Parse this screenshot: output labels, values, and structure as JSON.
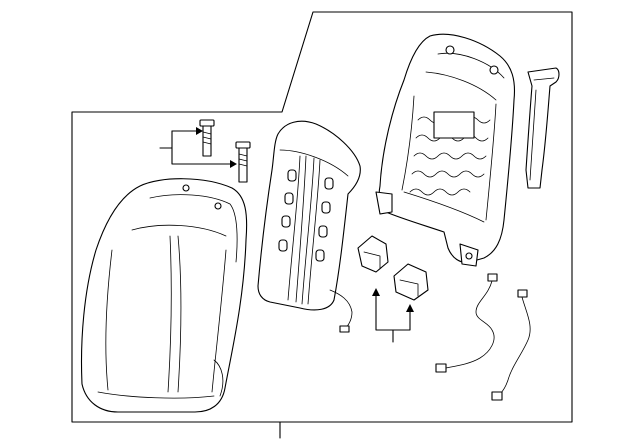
{
  "figure": {
    "kind": "exploded-parts-diagram",
    "line_color": "#000000",
    "background_color": "#ffffff"
  },
  "parts": [
    {
      "id": "seatback-cover",
      "icon": "seatback-cover-icon"
    },
    {
      "id": "seatback-pad",
      "icon": "seatback-pad-icon"
    },
    {
      "id": "seatback-frame",
      "icon": "seatback-frame-icon"
    },
    {
      "id": "trim-cover-side",
      "icon": "side-trim-icon"
    },
    {
      "id": "mounting-bolts",
      "icon": "bolt-icon"
    },
    {
      "id": "lumbar-brackets",
      "icon": "bracket-icon"
    },
    {
      "id": "wire-harness",
      "icon": "wire-harness-icon"
    }
  ]
}
